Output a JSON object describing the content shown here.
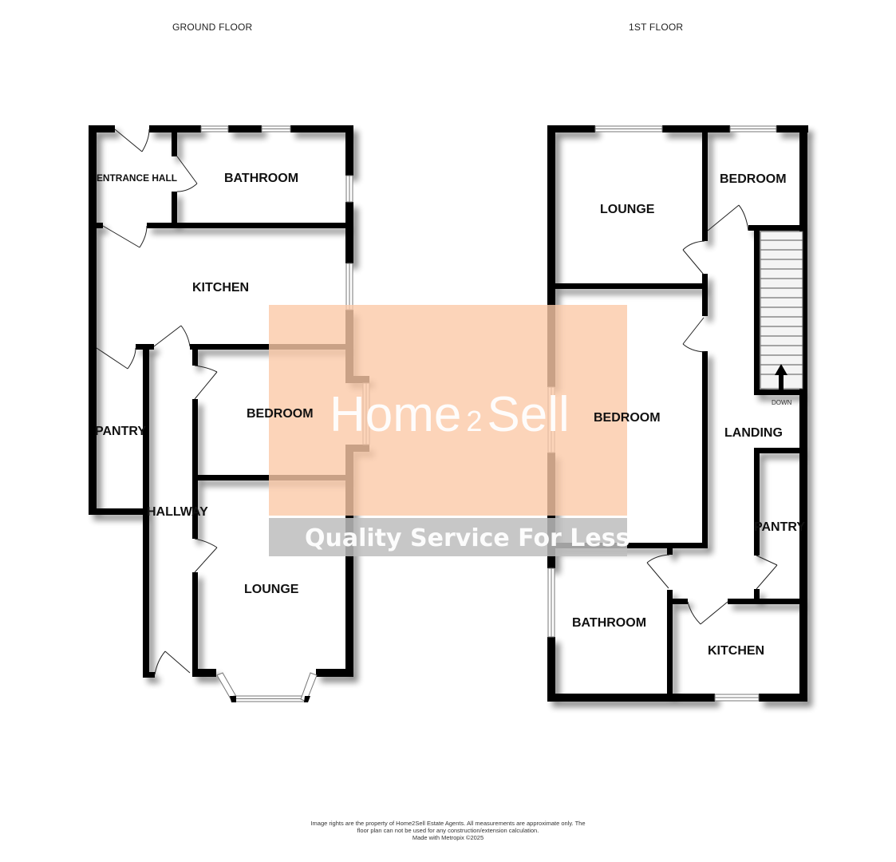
{
  "floors": {
    "ground": {
      "title": "GROUND FLOOR",
      "rooms": {
        "entrance_hall": "ENTRANCE HALL",
        "bathroom": "BATHROOM",
        "kitchen": "KITCHEN",
        "pantry": "PANTRY",
        "hallway": "HALLWAY",
        "bedroom": "BEDROOM",
        "lounge": "LOUNGE"
      }
    },
    "first": {
      "title": "1ST FLOOR",
      "rooms": {
        "lounge": "LOUNGE",
        "bedroom_small": "BEDROOM",
        "bedroom_large": "BEDROOM",
        "landing": "LANDING",
        "pantry": "PANTRY",
        "bathroom": "BATHROOM",
        "kitchen": "KITCHEN"
      },
      "stairs_label": "DOWN"
    }
  },
  "watermark": {
    "brand_left": "Home",
    "brand_num": "2",
    "brand_right": "Sell",
    "tagline": "Quality Service For Less",
    "bg_color": "#fbc9a8",
    "band_color": "#c6c6c6"
  },
  "footer": {
    "line1": "Image rights are the property of Home2Sell Estate Agents. All measurements are approximate only. The",
    "line2": "floor plan can not be used for any construction/extension calculation.",
    "line3": "Made with Metropix ©2025"
  }
}
